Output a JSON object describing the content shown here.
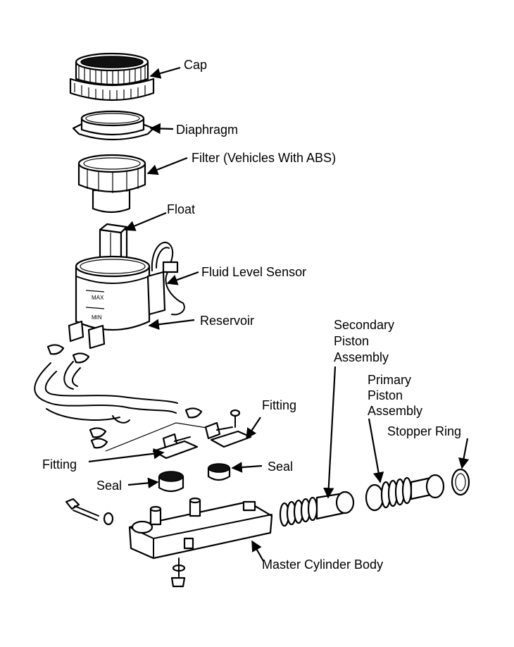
{
  "labels": {
    "cap": "Cap",
    "diaphragm": "Diaphragm",
    "filter": "Filter (Vehicles With ABS)",
    "float": "Float",
    "fluid_level_sensor": "Fluid Level Sensor",
    "reservoir": "Reservoir",
    "secondary_piston": [
      "Secondary",
      "Piston",
      "Assembly"
    ],
    "primary_piston": [
      "Primary",
      "Piston",
      "Assembly"
    ],
    "stopper_ring": "Stopper Ring",
    "fitting_right": "Fitting",
    "fitting_left": "Fitting",
    "seal_right": "Seal",
    "seal_left": "Seal",
    "master_cylinder_body": "Master Cylinder Body"
  },
  "reservoir_marks": {
    "max": "MAX",
    "min": "MIN"
  }
}
